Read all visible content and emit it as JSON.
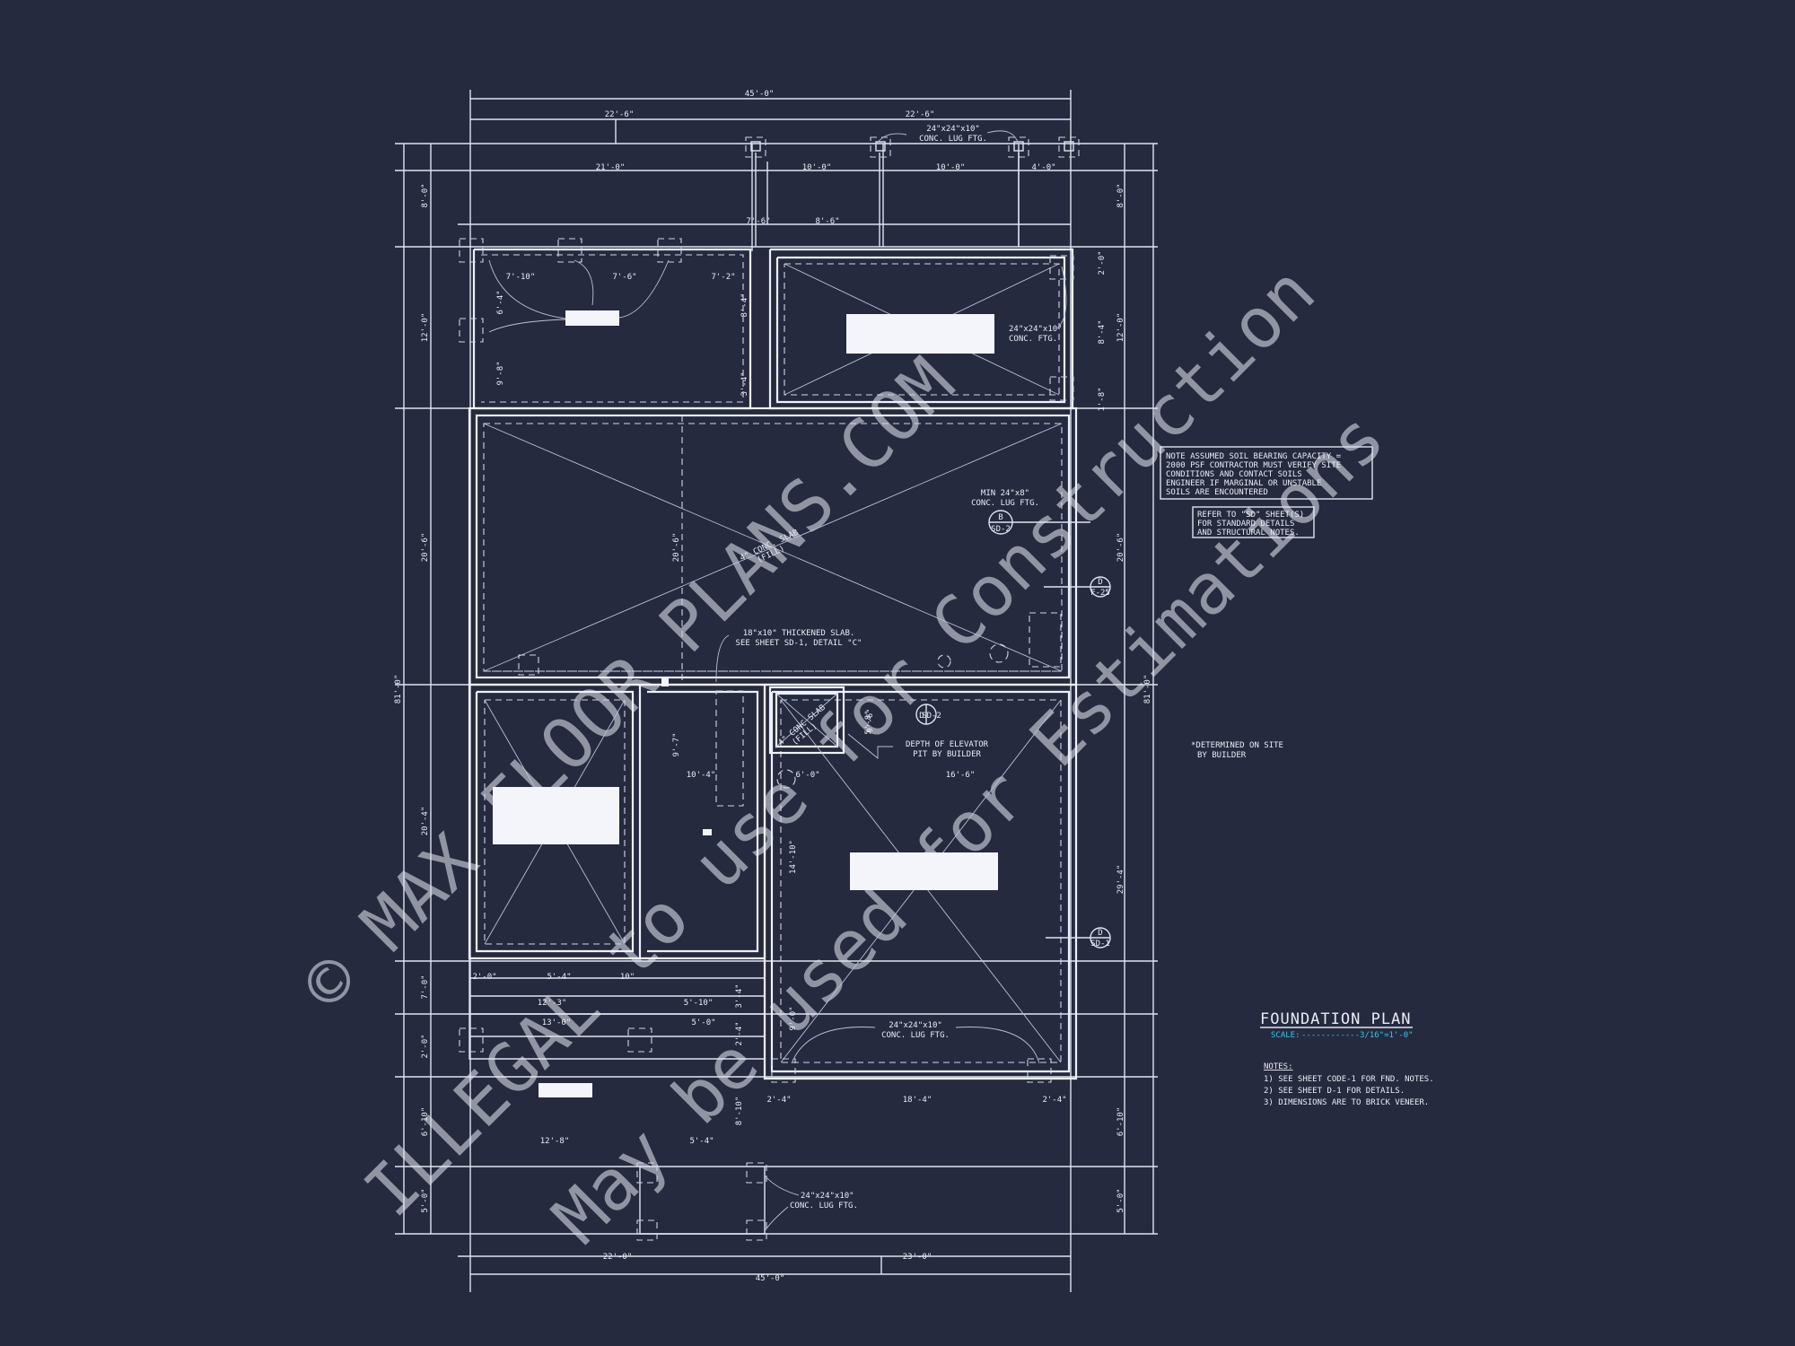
{
  "title": {
    "main": "FOUNDATION PLAN",
    "scale_label": "SCALE:",
    "scale_leader": "------------",
    "scale_value": "3/16\"=1'-0\""
  },
  "notes": {
    "heading": "NOTES:",
    "items": [
      "1) SEE SHEET CODE-1 FOR FND. NOTES.",
      "2) SEE SHEET D-1 FOR DETAILS.",
      "3) DIMENSIONS ARE TO BRICK VENEER."
    ]
  },
  "soil_note": [
    "NOTE ASSUMED SOIL BEARING CAPACITY =",
    "2000 PSF CONTRACTOR MUST VERIFY SITE",
    "CONDITIONS AND CONTACT SOILS",
    "ENGINEER IF MARGINAL OR UNSTABLE",
    "SOILS ARE ENCOUNTERED"
  ],
  "sd_note": [
    "REFER TO \"SD\" SHEET(S)",
    "FOR STANDARD DETAILS",
    "AND STRUCTURAL NOTES."
  ],
  "site_note": [
    "*DETERMINED ON SITE",
    "BY BUILDER"
  ],
  "callouts": {
    "lug_top": [
      "24\"x24\"x10\"",
      "CONC. LUG FTG."
    ],
    "lug_right": [
      "24\"x24\"x10\"",
      "CONC. FTG."
    ],
    "lug_min": [
      "MIN 24\"x8\"",
      "CONC. LUG FTG."
    ],
    "thickened_slab": [
      "18\"x10\" THICKENED SLAB.",
      "SEE SHEET SD-1, DETAIL \"C\""
    ],
    "elevator": [
      "DEPTH OF ELEVATOR",
      "PIT BY BUILDER"
    ],
    "lug_garage": [
      "24\"x24\"x10\"",
      "CONC. LUG FTG."
    ],
    "lug_bottom": [
      "24\"x24\"x10\"",
      "CONC. LUG FTG."
    ],
    "slab_diag": [
      "4\" CONC. SLAB",
      "(FILL)"
    ],
    "slab_diag_small": [
      "4\" CONC SLAB",
      "(FILL)"
    ]
  },
  "section_tags": [
    {
      "top": "B",
      "bottom": "SD-2"
    },
    {
      "top": "D",
      "bottom": "F-25"
    },
    {
      "top": "D",
      "bottom": "SD-2"
    },
    {
      "top": "D",
      "bottom": "SD-1"
    }
  ],
  "dims": {
    "overall_top": "45'-0\"",
    "top_left": "22'-6\"",
    "top_right": "22'-6\"",
    "row3": [
      "21'-0\"",
      "10'-0\"",
      "10'-0\"",
      "4'-0\""
    ],
    "row4": [
      "7'-6\"",
      "8'-6\""
    ],
    "porch": [
      "7'-10\"",
      "7'-6\"",
      "7'-2\""
    ],
    "left_vert": [
      "8'-0\"",
      "12'-0\"",
      "20'-6\"",
      "81'-0\"",
      "20'-4\"",
      "7'-0\"",
      "2'-0\"",
      "6'-10\"",
      "5'-0\""
    ],
    "right_vert": [
      "8'-0\"",
      "12'-0\"",
      "20'-6\"",
      "81'-0\"",
      "29'-4\"",
      "6'-10\"",
      "5'-0\""
    ],
    "right_small": [
      "2'-0\"",
      "8'-4\"",
      "1'-8\""
    ],
    "inner_vert": [
      "8'-4\"",
      "3'-4\"",
      "6'-4\"",
      "9'-8\"",
      "20'-6\"",
      "9'-7\"",
      "5'-8\"",
      "14'-10\"",
      "9'-0\"",
      "8'-10\"",
      "3'-4\"",
      "2'-4\"",
      "9'-6\""
    ],
    "inner_horz": [
      "10'-4\"",
      "6'-0\"",
      "16'-6\""
    ],
    "lower": [
      "2'-0\"",
      "5'-4\"",
      "10\"",
      "12'-3\"",
      "5'-10\"",
      "13'-0\"",
      "5'-0\""
    ],
    "garage_bottom": [
      "2'-4\"",
      "18'-4\"",
      "2'-4\""
    ],
    "front": [
      "12'-8\"",
      "5'-4\""
    ],
    "overall_bottom_parts": [
      "22'-0\"",
      "23'-0\""
    ],
    "overall_bottom": "45'-0\""
  },
  "watermark": [
    "© MAX FLOOR PLANS.COM",
    "ILLEGAL to use for Construction",
    "May be used for Estimations"
  ]
}
